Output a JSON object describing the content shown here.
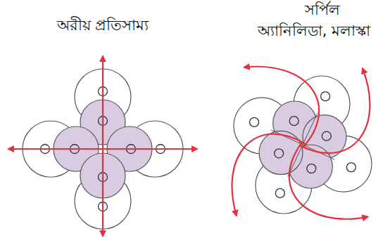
{
  "diagram": {
    "labels": [
      "অরীয় প্রতিসাম্য",
      "সর্পিল",
      "অ্যানিলিডা, মলাস্কা"
    ]
  }
}
